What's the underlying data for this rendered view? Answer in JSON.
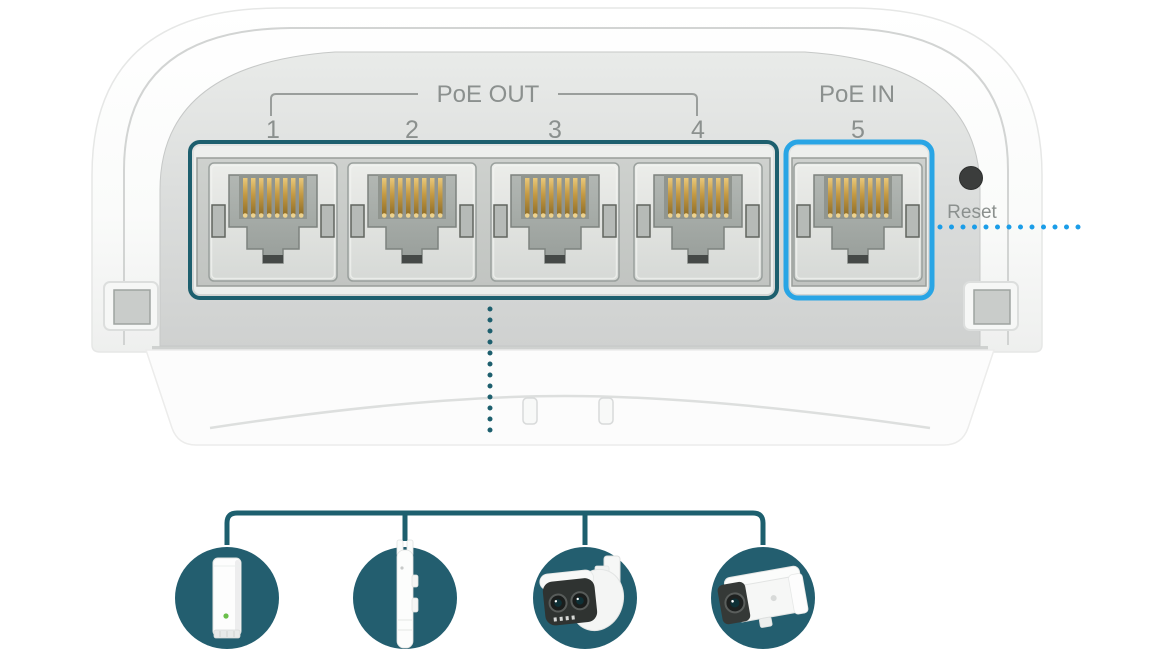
{
  "device": {
    "poe_out_label": "PoE OUT",
    "poe_in_label": "PoE IN",
    "reset_label": "Reset",
    "port_numbers": [
      "1",
      "2",
      "3",
      "4",
      "5"
    ]
  },
  "colors": {
    "teal_line": "#1D5F6E",
    "teal_circle": "#235E6F",
    "blue_highlight": "#29A5E5",
    "blue_dots": "#1B9DE8",
    "label_gray": "#8B908E",
    "panel_gray": "#D8DAD9",
    "pin_gold": "#C49A44",
    "led_green": "#6ABF4B"
  },
  "powered_devices": [
    {
      "icon": "wall-mount access point"
    },
    {
      "icon": "outdoor CPE antenna"
    },
    {
      "icon": "dual-lens pan-tilt camera"
    },
    {
      "icon": "outdoor bullet camera"
    }
  ]
}
